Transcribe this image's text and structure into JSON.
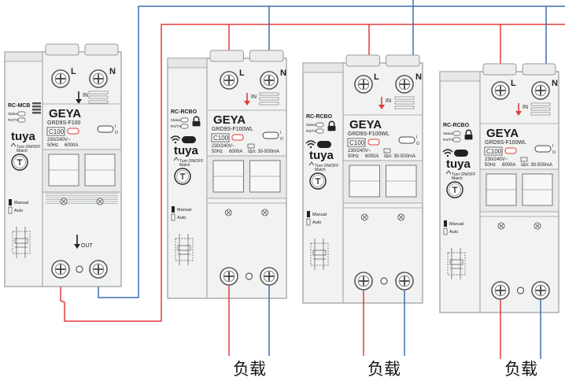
{
  "colors": {
    "phase": "#e23b3b",
    "neutral": "#3b6fb6",
    "body": "#f1f2f2",
    "outline": "#9a9a9a",
    "dark": "#333333"
  },
  "breakers": [
    {
      "type": "RC-MCB",
      "brand": "GEYA",
      "model": "GRD9S-F100",
      "rating": "C100",
      "voltage": "230/240V~",
      "frequency": "50Hz",
      "capacity": "6000A",
      "leakage": "",
      "status_label": "Status",
      "rxtx_label": "RX/TX",
      "tuya": "tuya",
      "wifi": "",
      "turn_label": "Turn ON/OFF",
      "match_label": "Match",
      "manual_label": "Manual",
      "auto_label": "Auto",
      "in_label": "IN",
      "out_label": "OUT",
      "l_label": "L",
      "n_label": "N",
      "io_label": "I",
      "o_label": "O"
    },
    {
      "type": "RC-RCBO",
      "brand": "GEYA",
      "model": "GRD9S-F100WL",
      "rating": "C100",
      "voltage": "230/240V~",
      "frequency": "50Hz",
      "capacity": "6000A",
      "leakage": "IΔn: 30-500mA",
      "status_label": "Status",
      "rxtx_label": "RX/TX",
      "tuya": "tuya",
      "wifi": "WiFi",
      "turn_label": "Turn ON/OFF",
      "match_label": "Match",
      "manual_label": "Manual",
      "auto_label": "Auto",
      "in_label": "IN",
      "out_label": "",
      "l_label": "L",
      "n_label": "N",
      "io_label": "I",
      "o_label": "O"
    },
    {
      "type": "RC-RCBO",
      "brand": "GEYA",
      "model": "GRD9S-F100WL",
      "rating": "C100",
      "voltage": "230/240V~",
      "frequency": "50Hz",
      "capacity": "6000A",
      "leakage": "IΔn: 30-500mA",
      "status_label": "Status",
      "rxtx_label": "RX/TX",
      "tuya": "tuya",
      "wifi": "WiFi",
      "turn_label": "Turn ON/OFF",
      "match_label": "Match",
      "manual_label": "Manual",
      "auto_label": "Auto",
      "in_label": "IN",
      "out_label": "",
      "l_label": "L",
      "n_label": "N",
      "io_label": "I",
      "o_label": "O"
    },
    {
      "type": "RC-RCBO",
      "brand": "GEYA",
      "model": "GRD9S-F100WL",
      "rating": "C100",
      "voltage": "230/240V~",
      "frequency": "50Hz",
      "capacity": "6000A",
      "leakage": "IΔn: 30-500mA",
      "status_label": "Status",
      "rxtx_label": "RX/TX",
      "tuya": "tuya",
      "wifi": "WiFi",
      "turn_label": "Turn ON/OFF",
      "match_label": "Match",
      "manual_label": "Manual",
      "auto_label": "Auto",
      "in_label": "IN",
      "out_label": "",
      "l_label": "L",
      "n_label": "N",
      "io_label": "I",
      "o_label": "O"
    }
  ],
  "load_labels": [
    "负载",
    "负载",
    "负载"
  ]
}
